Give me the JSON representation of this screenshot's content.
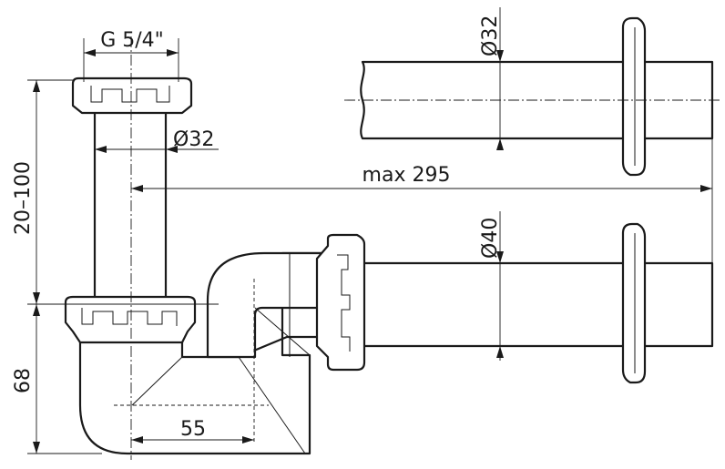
{
  "labels": {
    "thread": "G 5/4\"",
    "pipe_top_diameter": "Ø32",
    "wall_pipe_diameter": "Ø32",
    "max_length": "max 295",
    "height_range": "20–100",
    "outlet_diameter": "Ø40",
    "bottom_height": "68",
    "offset": "55"
  }
}
